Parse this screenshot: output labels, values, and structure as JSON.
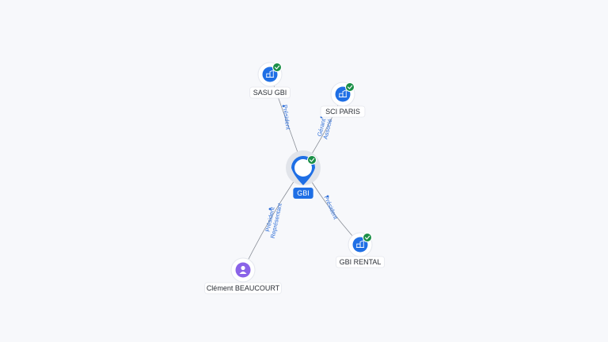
{
  "colors": {
    "company": "#1f6fe5",
    "person": "#8a63e8",
    "verified": "#1a8f47",
    "edge_label": "#2f6fd8"
  },
  "nodes": [
    {
      "id": "gbi",
      "label": "GBI",
      "kind": "company",
      "main": true,
      "verified": true,
      "icon": "building-icon"
    },
    {
      "id": "sasu",
      "label": "SASU GBI",
      "kind": "company",
      "verified": true,
      "icon": "building-icon"
    },
    {
      "id": "sci",
      "label": "SCI PARIS",
      "kind": "company",
      "verified": true,
      "icon": "building-icon"
    },
    {
      "id": "rental",
      "label": "GBI RENTAL",
      "kind": "company",
      "verified": true,
      "icon": "building-icon"
    },
    {
      "id": "clement",
      "label": "Clément BEAUCOURT",
      "kind": "person",
      "verified": false,
      "icon": "person-icon"
    }
  ],
  "edges": [
    {
      "from": "gbi",
      "to": "sasu",
      "labels": [
        "Président"
      ]
    },
    {
      "from": "gbi",
      "to": "sci",
      "labels": [
        "Gérant",
        "Associé"
      ]
    },
    {
      "from": "gbi",
      "to": "rental",
      "labels": [
        "Président"
      ]
    },
    {
      "from": "clement",
      "to": "gbi",
      "labels": [
        "Président",
        "Représentant"
      ]
    }
  ]
}
